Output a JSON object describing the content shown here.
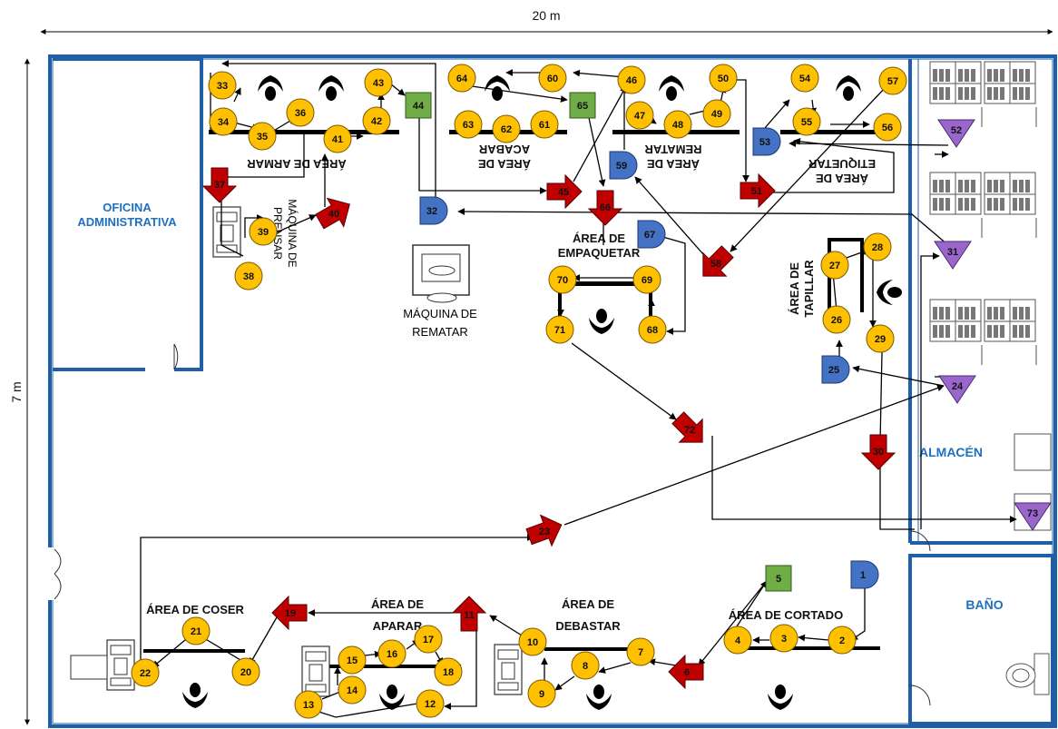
{
  "dimensions": {
    "width": "20 m",
    "height": "7 m"
  },
  "rooms": {
    "office": [
      "OFICINA",
      "ADMINISTRATIVA"
    ],
    "warehouse": "ALMACÉN",
    "bathroom": "BAÑO"
  },
  "areas": {
    "armar": "ÁREA DE ARMAR",
    "acabar": [
      "ÁREA DE",
      "ACABAR"
    ],
    "rematar_area": [
      "ÁREA DE",
      "REMATAR"
    ],
    "etiquetar": [
      "ÁREA DE",
      "ETIQUETAR"
    ],
    "prensar": [
      "MÁQUINA DE",
      "PRENSAR"
    ],
    "maquina_rematar": [
      "MÁQUINA DE",
      "REMATAR"
    ],
    "empaquetar": [
      "ÁREA DE",
      "EMPAQUETAR"
    ],
    "tapillar": [
      "ÁREA DE",
      "TAPILLAR"
    ],
    "coser": "ÁREA DE COSER",
    "aparar": [
      "ÁREA DE",
      "APARAR"
    ],
    "debastar": [
      "ÁREA DE",
      "DEBASTAR"
    ],
    "cortado": "ÁREA DE CORTADO"
  },
  "colors": {
    "operation": "#ffc000",
    "transport": "#c00000",
    "delay": "#4472c4",
    "inspection": "#70ad47",
    "storage": "#9966cc",
    "wall": "#1f5fa8",
    "label_blue": "#1f6fc0"
  },
  "steps": {
    "operations": [
      "2",
      "3",
      "4",
      "7",
      "8",
      "9",
      "10",
      "12",
      "13",
      "14",
      "15",
      "16",
      "17",
      "18",
      "20",
      "21",
      "22",
      "26",
      "27",
      "28",
      "29",
      "33",
      "34",
      "35",
      "36",
      "38",
      "39",
      "41",
      "42",
      "43",
      "46",
      "47",
      "48",
      "49",
      "50",
      "54",
      "55",
      "56",
      "57",
      "60",
      "61",
      "62",
      "63",
      "64",
      "68",
      "69",
      "70",
      "71"
    ],
    "transports": [
      "6",
      "11",
      "19",
      "23",
      "30",
      "37",
      "40",
      "45",
      "51",
      "58",
      "66",
      "72"
    ],
    "delays": [
      "1",
      "25",
      "32",
      "53",
      "59",
      "67"
    ],
    "inspections": [
      "5",
      "44",
      "65"
    ],
    "storages": [
      "24",
      "31",
      "52",
      "73"
    ]
  }
}
